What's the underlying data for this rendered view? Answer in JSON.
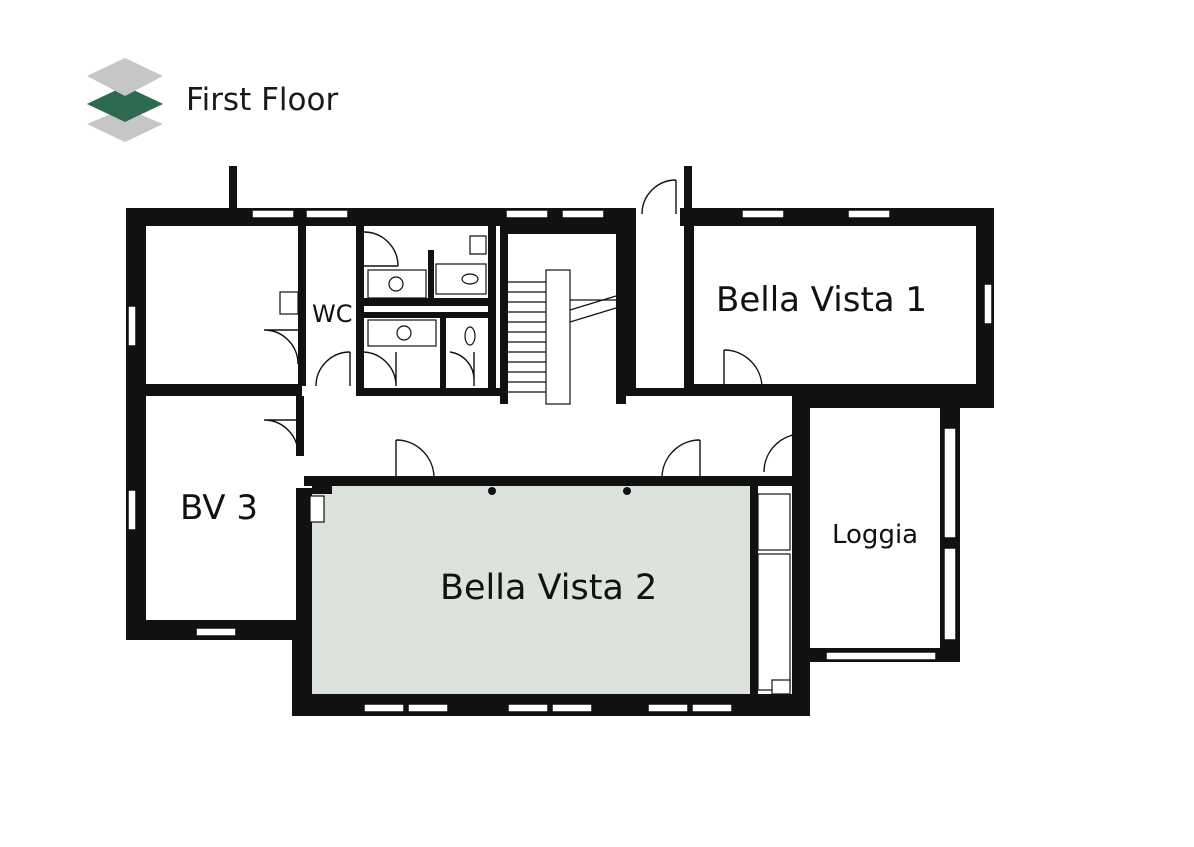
{
  "header": {
    "title": "First Floor",
    "icon": "layers-icon"
  },
  "colors": {
    "wall": "#111111",
    "highlight_room": "#dbe3dc",
    "layer_active": "#2e6a4f",
    "layer_inactive": "#c6c6c6"
  },
  "rooms": {
    "wc": "WC",
    "bella_vista_1": "Bella Vista 1",
    "bella_vista_2": "Bella Vista 2",
    "bv3": "BV 3",
    "loggia": "Loggia"
  }
}
